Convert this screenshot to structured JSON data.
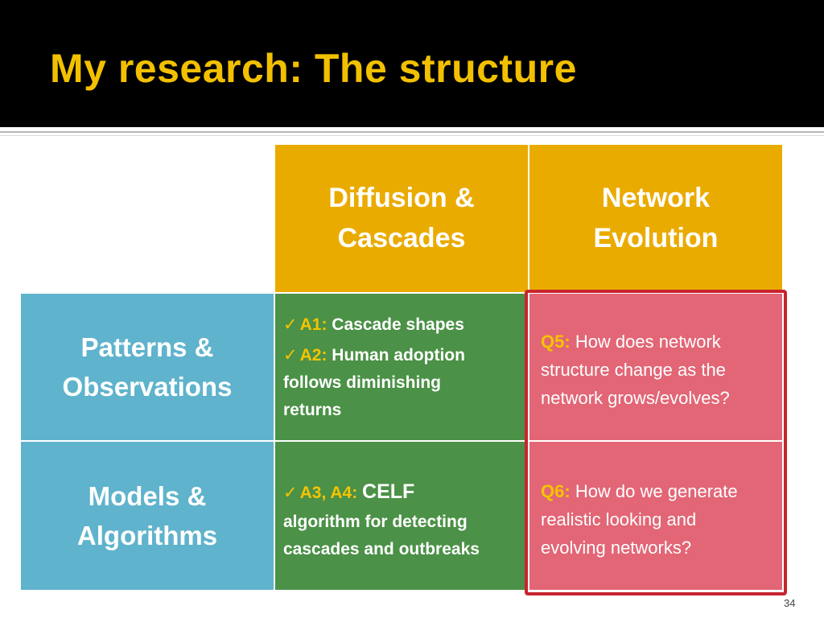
{
  "slide": {
    "title": "My research: The structure",
    "page_number": "34"
  },
  "columns": [
    {
      "line1": "Diffusion &",
      "line2": "Cascades"
    },
    {
      "line1": "Network",
      "line2": "Evolution"
    }
  ],
  "rows": [
    {
      "line1": "Patterns &",
      "line2": "Observations"
    },
    {
      "line1": "Models &",
      "line2": "Algorithms"
    }
  ],
  "cells": {
    "patterns_diffusion": {
      "check_mark": "✓",
      "a1_label": "A1:",
      "a1_text": "Cascade shapes",
      "a2_label": "A2:",
      "a2_text": "Human adoption",
      "a2_line2": "follows diminishing",
      "a2_line3": "returns"
    },
    "patterns_evolution": {
      "q_label": "Q5:",
      "q_text": "How does network",
      "q_line2": "structure change as the",
      "q_line3": "network  grows/evolves?"
    },
    "models_diffusion": {
      "check_mark": "✓",
      "a_label": "A3, A4:",
      "a_text": "CELF",
      "a_line2": "algorithm for detecting",
      "a_line3": "cascades and outbreaks"
    },
    "models_evolution": {
      "q_label": "Q6:",
      "q_text": "How do we generate",
      "q_line2": "realistic looking and",
      "q_line3": "evolving networks?"
    }
  },
  "colors": {
    "title": "#f2c000",
    "column_header": "#eaab00",
    "row_header": "#5fb3cc",
    "green_cell": "#4b9147",
    "pink_cell": "#e26676",
    "highlight_border": "#c8242e"
  }
}
